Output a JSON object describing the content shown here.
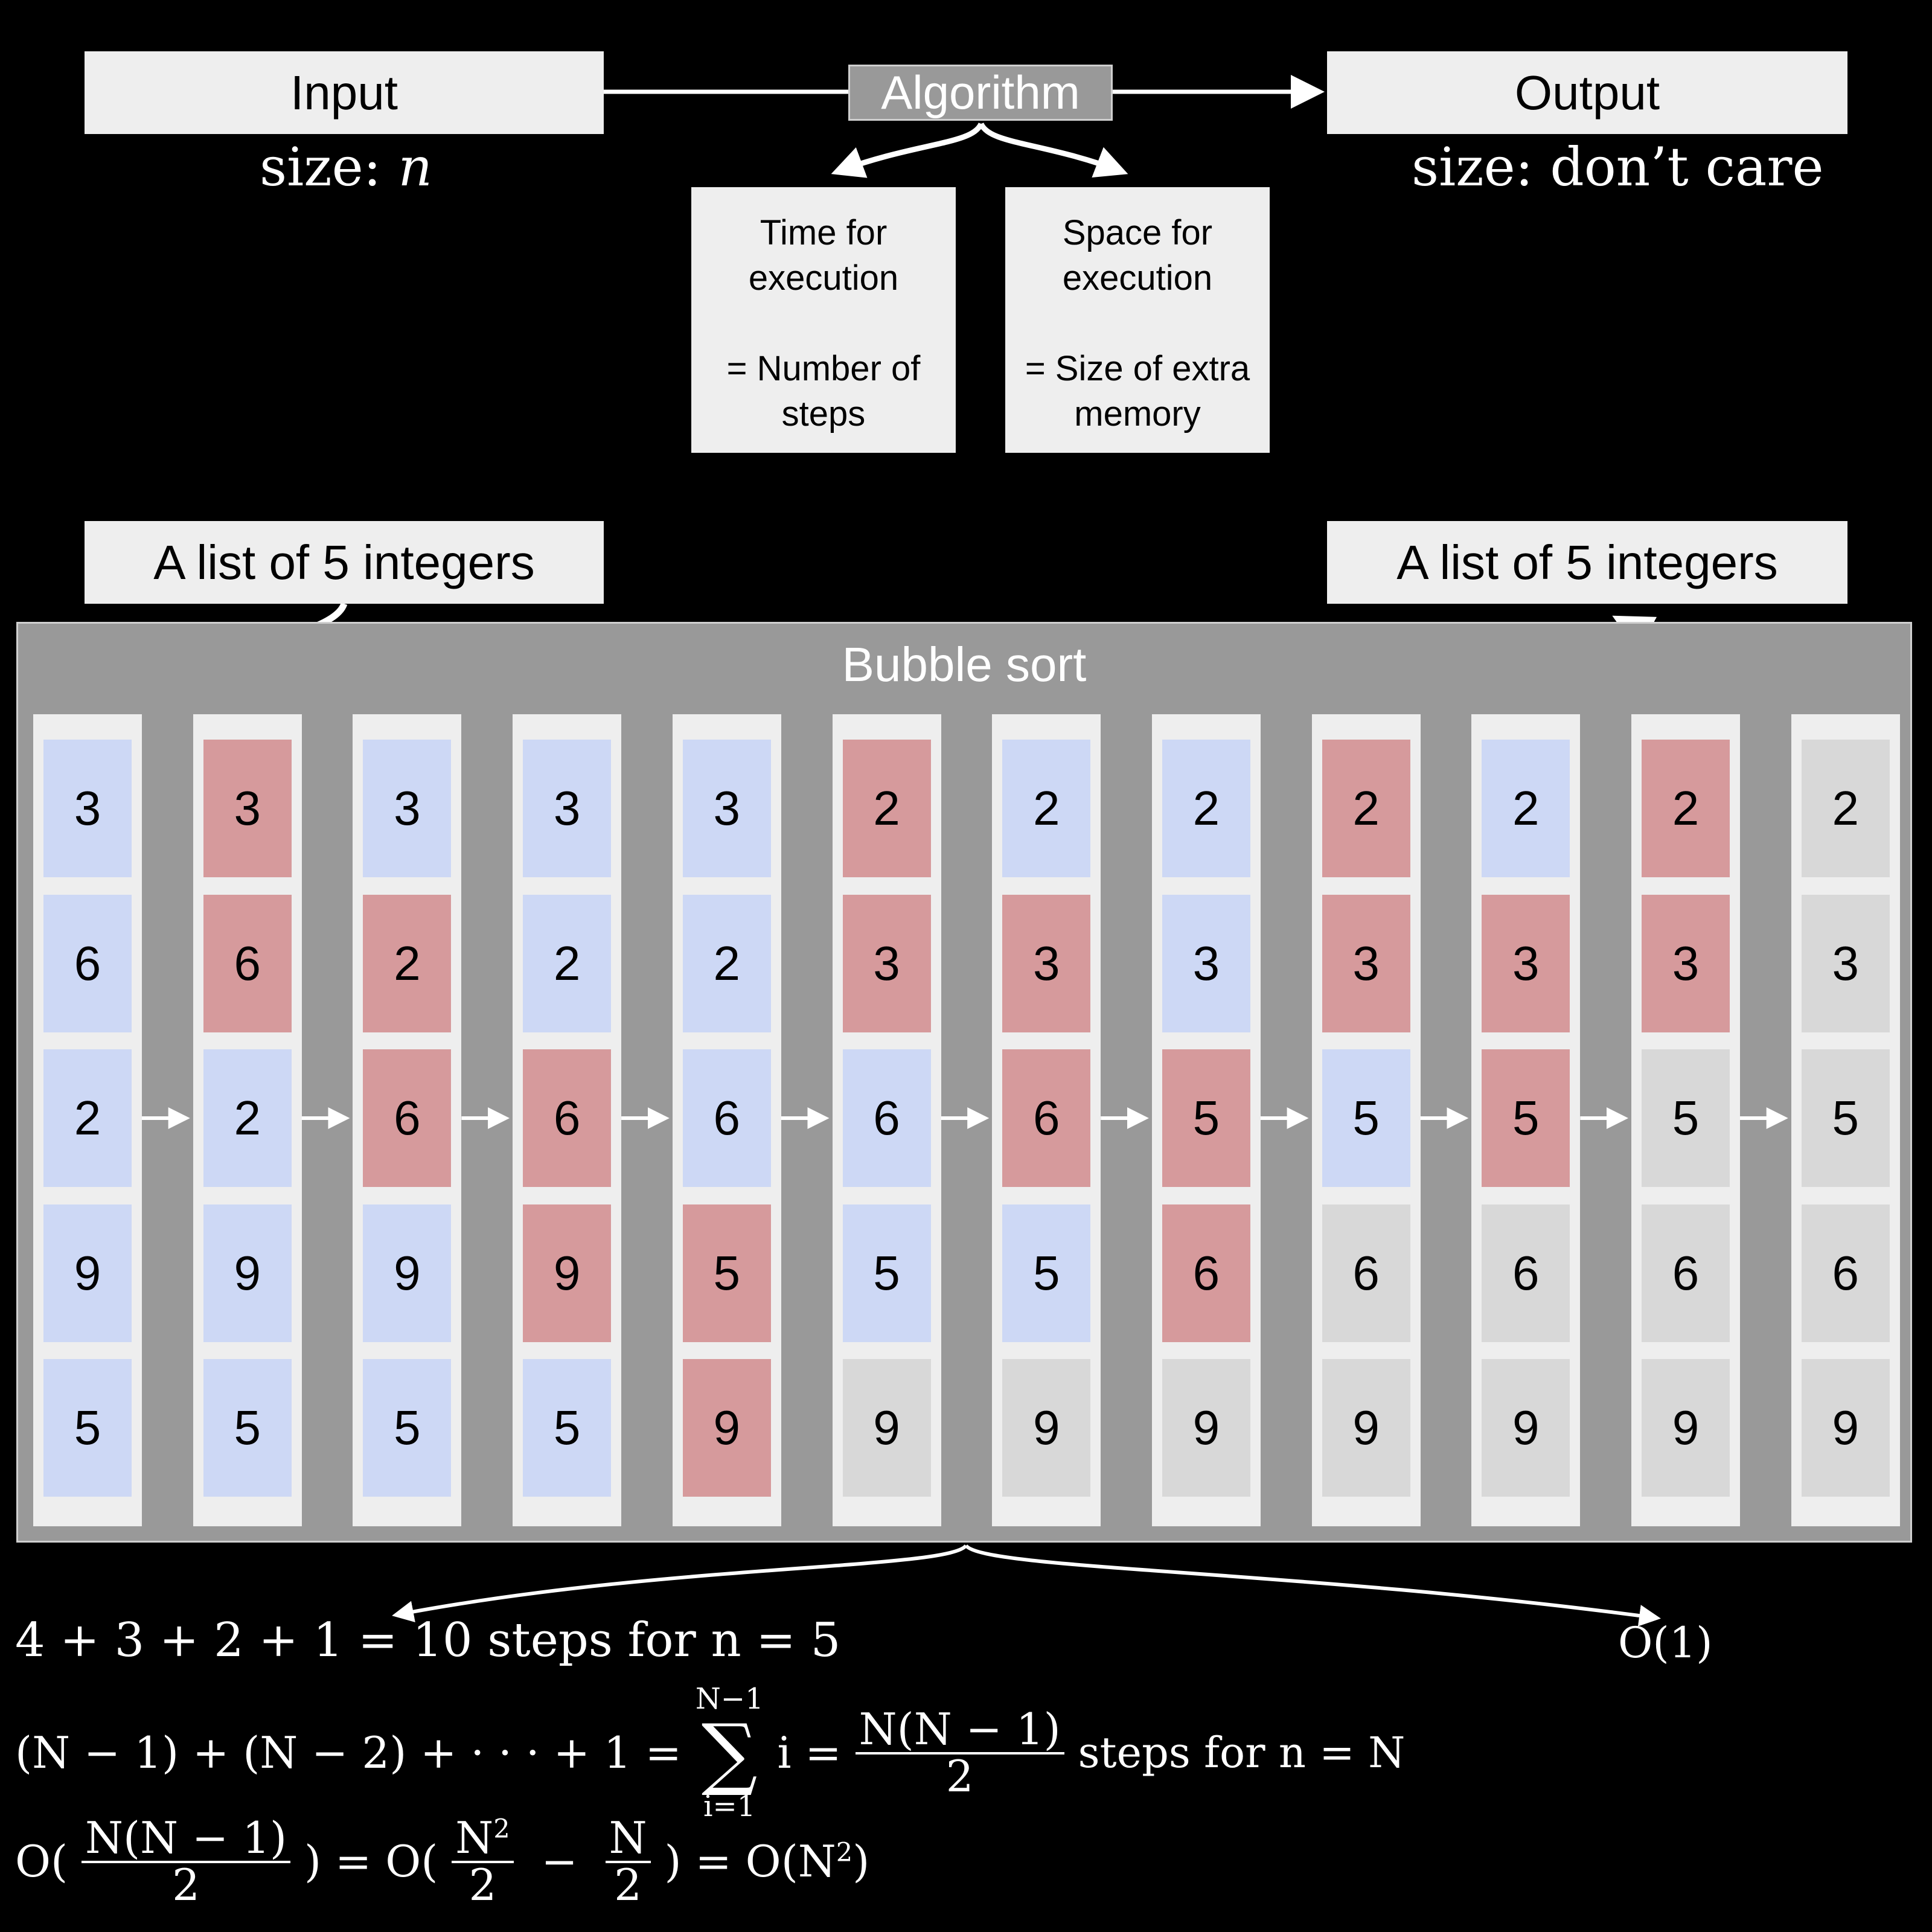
{
  "top": {
    "input_label": "Input",
    "input_size_prefix": "size:",
    "input_size_var": "n",
    "algorithm_label": "Algorithm",
    "output_label": "Output",
    "output_size": "size:  don’t care",
    "time_box": {
      "line1": "Time for",
      "line2": "execution",
      "line3": "= Number of",
      "line4": "steps"
    },
    "space_box": {
      "line1": "Space for",
      "line2": "execution",
      "line3": "= Size of extra",
      "line4": "memory"
    }
  },
  "middle": {
    "input_list_label": "A list of 5 integers",
    "output_list_label": "A list of 5 integers",
    "panel_title": "Bubble sort"
  },
  "columns": [
    {
      "values": [
        "3",
        "6",
        "2",
        "9",
        "5"
      ],
      "states": [
        "blue",
        "blue",
        "blue",
        "blue",
        "blue"
      ]
    },
    {
      "values": [
        "3",
        "6",
        "2",
        "9",
        "5"
      ],
      "states": [
        "red",
        "red",
        "blue",
        "blue",
        "blue"
      ]
    },
    {
      "values": [
        "3",
        "2",
        "6",
        "9",
        "5"
      ],
      "states": [
        "blue",
        "red",
        "red",
        "blue",
        "blue"
      ]
    },
    {
      "values": [
        "3",
        "2",
        "6",
        "9",
        "5"
      ],
      "states": [
        "blue",
        "blue",
        "red",
        "red",
        "blue"
      ]
    },
    {
      "values": [
        "3",
        "2",
        "6",
        "5",
        "9"
      ],
      "states": [
        "blue",
        "blue",
        "blue",
        "red",
        "red"
      ]
    },
    {
      "values": [
        "2",
        "3",
        "6",
        "5",
        "9"
      ],
      "states": [
        "red",
        "red",
        "blue",
        "blue",
        "gray"
      ]
    },
    {
      "values": [
        "2",
        "3",
        "6",
        "5",
        "9"
      ],
      "states": [
        "blue",
        "red",
        "red",
        "blue",
        "gray"
      ]
    },
    {
      "values": [
        "2",
        "3",
        "5",
        "6",
        "9"
      ],
      "states": [
        "blue",
        "blue",
        "red",
        "red",
        "gray"
      ]
    },
    {
      "values": [
        "2",
        "3",
        "5",
        "6",
        "9"
      ],
      "states": [
        "red",
        "red",
        "blue",
        "gray",
        "gray"
      ]
    },
    {
      "values": [
        "2",
        "3",
        "5",
        "6",
        "9"
      ],
      "states": [
        "blue",
        "red",
        "red",
        "gray",
        "gray"
      ]
    },
    {
      "values": [
        "2",
        "3",
        "5",
        "6",
        "9"
      ],
      "states": [
        "red",
        "red",
        "gray",
        "gray",
        "gray"
      ]
    },
    {
      "values": [
        "2",
        "3",
        "5",
        "6",
        "9"
      ],
      "states": [
        "gray",
        "gray",
        "gray",
        "gray",
        "gray"
      ]
    }
  ],
  "colors": {
    "blue": "#cdd8f5",
    "red": "#d69a9c",
    "gray": "#d8d8d8"
  },
  "formulas": {
    "steps5": "4 + 3 + 2 + 1 = 10 steps for n = 5",
    "space": "O(1)",
    "stepsN_left": "(N − 1) + (N − 2) + · · · + 1 =",
    "sum_top": "N−1",
    "sum_bottom": "i=1",
    "sum_term": "i =",
    "frac_num": "N(N − 1)",
    "frac_den": "2",
    "stepsN_right": "steps for n = N",
    "bigO_a": "O(",
    "bigO_num1": "N(N − 1)",
    "bigO_den1": "2",
    "bigO_b": ") = O(",
    "bigO_num2": "N",
    "bigO_sup2": "2",
    "bigO_den2": "2",
    "bigO_minus": " − ",
    "bigO_num3": "N",
    "bigO_den3": "2",
    "bigO_c": ") = O(N",
    "bigO_sup_final": "2",
    "bigO_d": ")"
  }
}
